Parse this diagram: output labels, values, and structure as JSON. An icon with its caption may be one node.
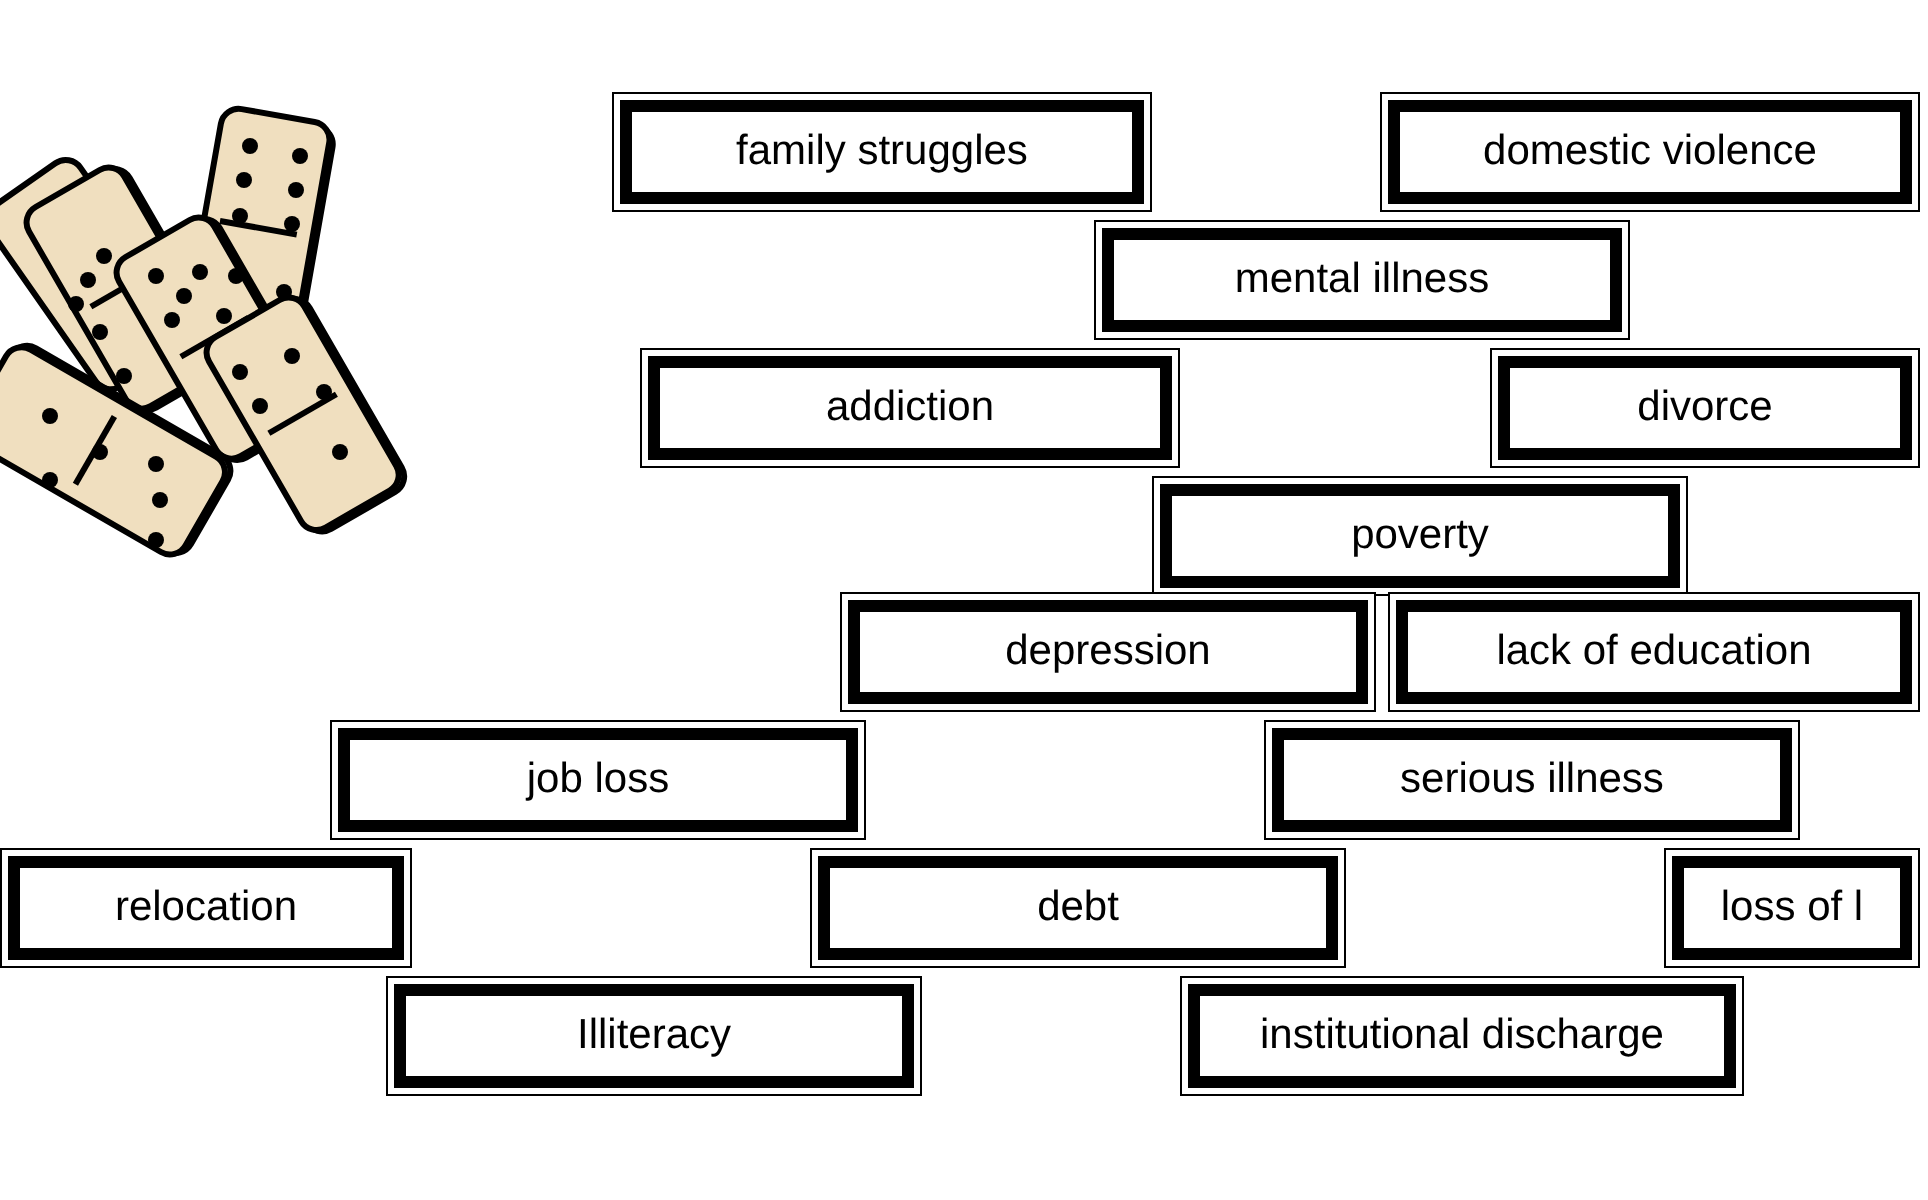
{
  "diagram": {
    "nodes": [
      {
        "text": [
          "family struggles"
        ]
      },
      {
        "text": [
          "domestic violence"
        ]
      },
      {
        "text": [
          "mental illness"
        ]
      },
      {
        "text": [
          "addiction"
        ]
      },
      {
        "text": [
          "divorce"
        ]
      },
      {
        "text": [
          "poverty"
        ]
      },
      {
        "text": [
          "depression"
        ]
      },
      {
        "text": [
          "lack of education"
        ]
      },
      {
        "text": [
          "job loss"
        ]
      },
      {
        "text": [
          "serious illness"
        ]
      },
      {
        "text": [
          "relocation"
        ]
      },
      {
        "text": [
          "debt"
        ]
      },
      {
        "text": [
          "loss of l"
        ]
      },
      {
        "text": [
          "Illiteracy"
        ]
      },
      {
        "text": [
          "institutional discharge"
        ]
      }
    ],
    "edges": []
  }
}
